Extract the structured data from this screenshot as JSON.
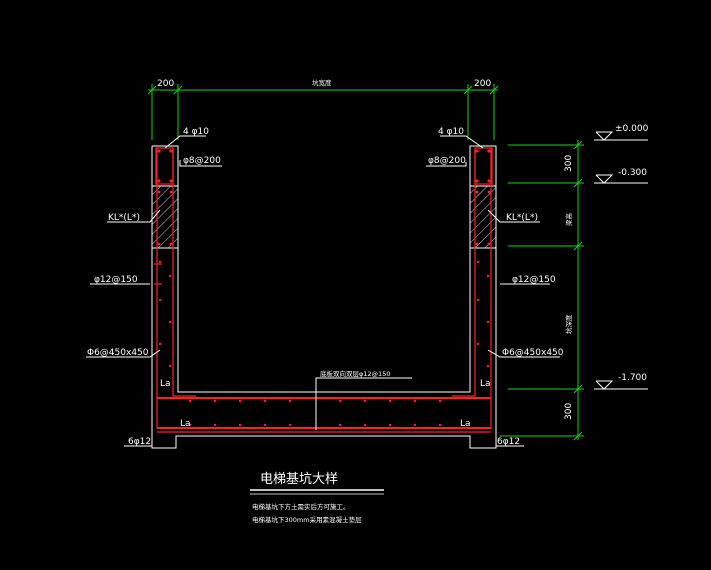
{
  "dims": {
    "top_left": "200",
    "top_mid": "坑宽度",
    "top_right": "200",
    "right_top": "300",
    "right_mid": "梁高",
    "right_low": "坑深度",
    "right_bottom": "300"
  },
  "elevations": {
    "e0": "±0.000",
    "e1": "-0.300",
    "e2": "-1.700"
  },
  "labels": {
    "bar_top_left": "4 φ10",
    "bar_top_right": "4 φ10",
    "stirrup_left": "φ8@200",
    "stirrup_right": "φ8@200",
    "beam_left": "KL*(L*)",
    "beam_right": "KL*(L*)",
    "wall_left": "φ12@150",
    "wall_right": "φ12@150",
    "tie_left": "Φ6@450x450",
    "tie_right": "Φ6@450x450",
    "slab": "底板双向双层φ12@150",
    "la_1": "La",
    "la_2": "La",
    "la_3": "La",
    "la_4": "La",
    "bottom_left": "6φ12",
    "bottom_right": "6φ12"
  },
  "title": "电梯基坑大样",
  "notes": [
    "电梯基坑下方土需实后方可施工。",
    "电梯基坑下300mm采用素混凝土垫层"
  ]
}
